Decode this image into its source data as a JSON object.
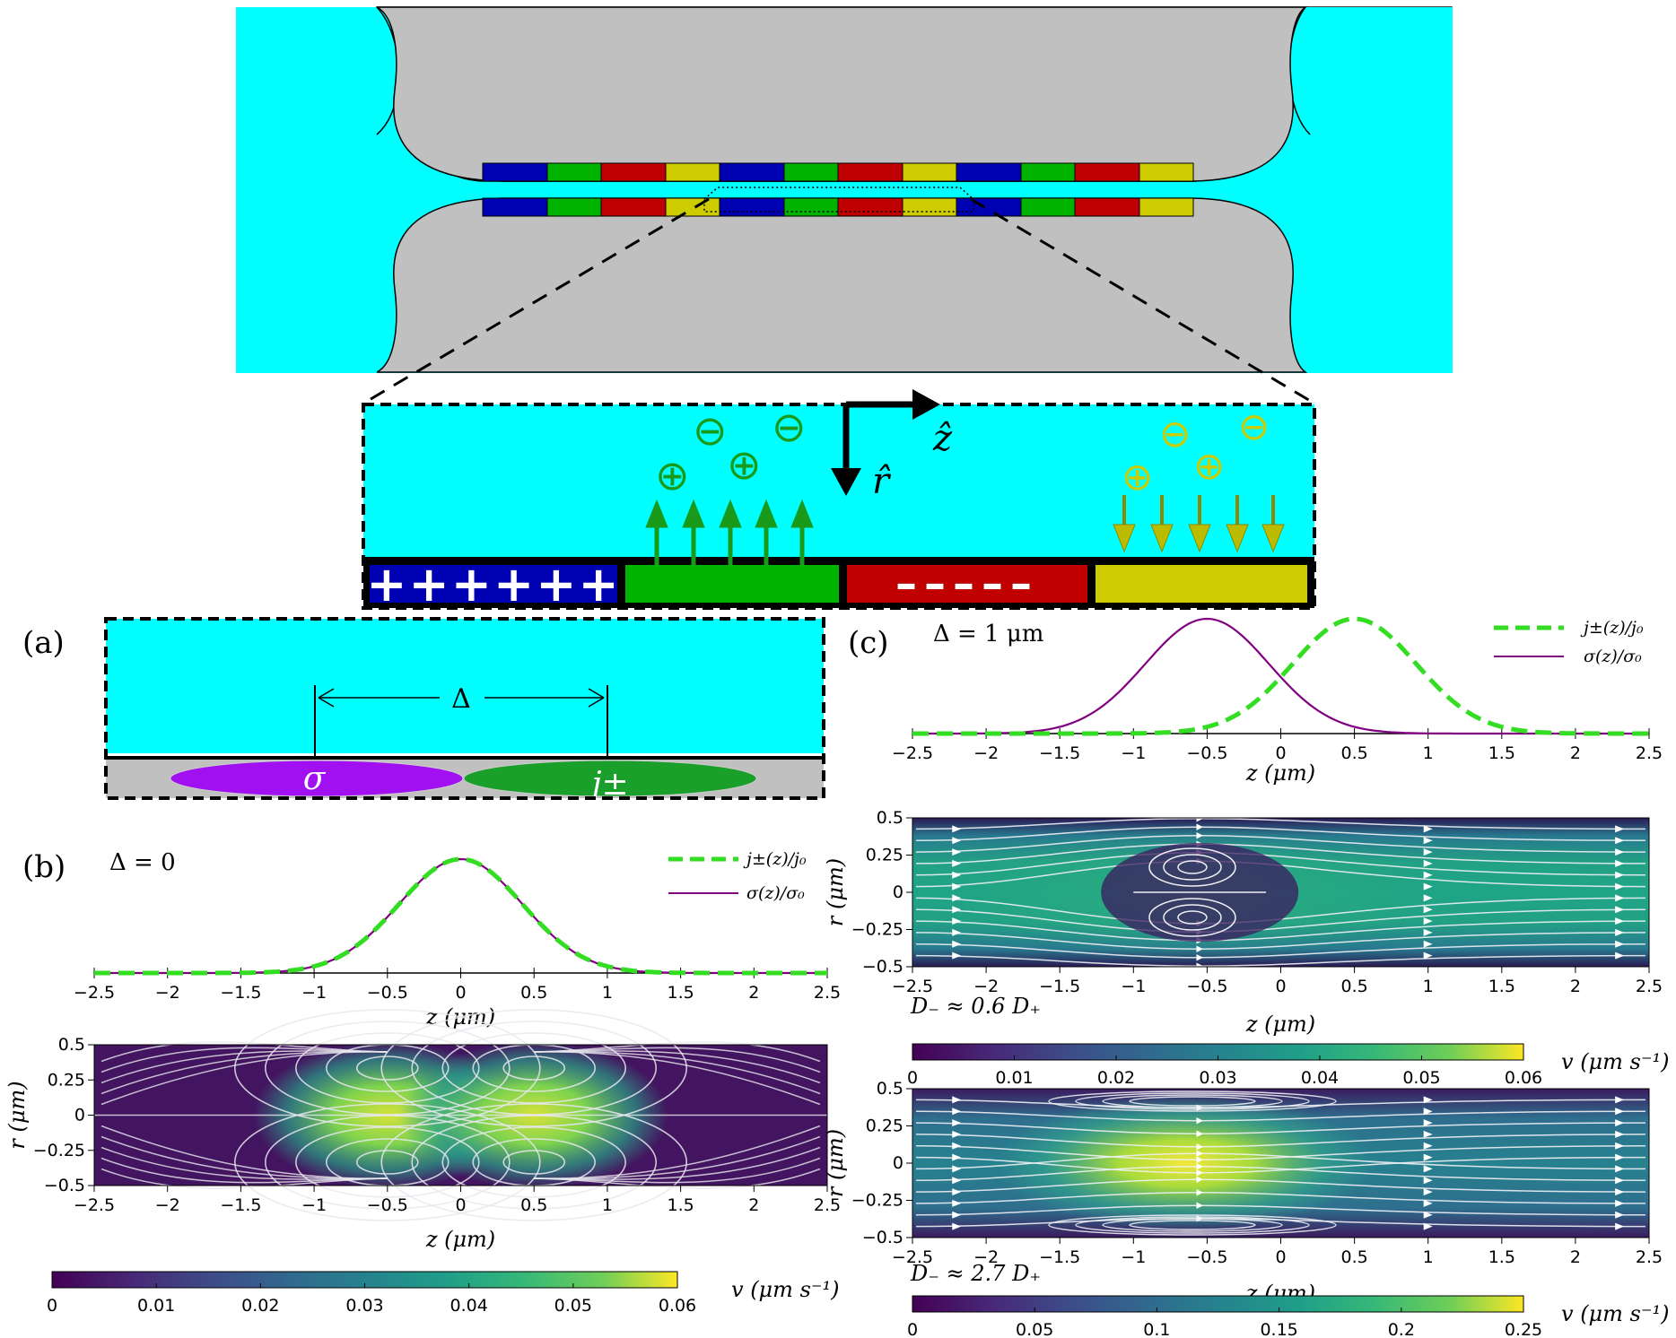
{
  "panel_labels": {
    "a": "(a)",
    "b": "(b)",
    "c": "(c)"
  },
  "axis_labels": {
    "z": "z (μm)",
    "r": "r (μm)",
    "v": "v (μm s⁻¹)"
  },
  "schematic": {
    "zhat": "ẑ",
    "rhat": "r̂",
    "plus_signs": "++++++",
    "minus_signs": "–––––",
    "ion_plus": "⊕",
    "ion_minus": "⊖"
  },
  "panel_a": {
    "delta_label": "Δ",
    "sigma_label": "σ",
    "j_label": "j±"
  },
  "legend": {
    "j_label": "j±(z)/j₀",
    "sigma_label": "σ(z)/σ₀"
  },
  "panel_b": {
    "annotation": "Δ = 0",
    "profile_ticks_x": [
      "−2.5",
      "−2",
      "−1.5",
      "−1",
      "−0.5",
      "0",
      "0.5",
      "1",
      "1.5",
      "2",
      "2.5"
    ],
    "flow_ticks_y": [
      "0.5",
      "0.25",
      "0",
      "−0.25",
      "−0.5"
    ],
    "colorbar_ticks": [
      "0",
      "0.01",
      "0.02",
      "0.03",
      "0.04",
      "0.05",
      "0.06"
    ]
  },
  "panel_c": {
    "annotation": "Δ = 1 μm",
    "ticks_x": [
      "−2.5",
      "−2",
      "−1.5",
      "−1",
      "−0.5",
      "0",
      "0.5",
      "1",
      "1.5",
      "2",
      "2.5"
    ],
    "flow_ticks_y": [
      "0.5",
      "0.25",
      "0",
      "−0.25",
      "−0.5"
    ],
    "case1_label": "D₋ ≈ 0.6 D₊",
    "case1_colorbar_ticks": [
      "0",
      "0.01",
      "0.02",
      "0.03",
      "0.04",
      "0.05",
      "0.06"
    ],
    "case2_label": "D₋ ≈ 2.7 D₊",
    "case2_colorbar_ticks": [
      "0",
      "0.05",
      "0.1",
      "0.15",
      "0.2",
      "0.25"
    ]
  },
  "colors": {
    "channel": "#00ffff",
    "wall": "#c0c0c0",
    "blue_electrode": "#0000b3",
    "green_electrode": "#00b300",
    "red_electrode": "#c00000",
    "yellow_electrode": "#cccc00",
    "j_curve": "#33dd22",
    "sigma_curve": "#800080",
    "sigma_patch": "#a010f0",
    "j_patch": "#1aa02a"
  },
  "chart_data": [
    {
      "type": "line",
      "title": "",
      "annotation": "Δ = 0",
      "xlabel": "z (μm)",
      "xlim": [
        -2.5,
        2.5
      ],
      "ylim": [
        0,
        1
      ],
      "series": [
        {
          "name": "j±(z)/j₀",
          "x": [
            -2.5,
            -2,
            -1.5,
            -1,
            -0.5,
            0,
            0.5,
            1,
            1.5,
            2,
            2.5
          ],
          "values": [
            0.0,
            0.0,
            0.01,
            0.09,
            0.49,
            1.0,
            0.49,
            0.09,
            0.01,
            0.0,
            0.0
          ]
        },
        {
          "name": "σ(z)/σ₀",
          "x": [
            -2.5,
            -2,
            -1.5,
            -1,
            -0.5,
            0,
            0.5,
            1,
            1.5,
            2,
            2.5
          ],
          "values": [
            0.0,
            0.0,
            0.01,
            0.09,
            0.49,
            1.0,
            0.49,
            0.09,
            0.01,
            0.0,
            0.0
          ]
        }
      ]
    },
    {
      "type": "heatmap",
      "xlabel": "z (μm)",
      "ylabel": "r (μm)",
      "xlim": [
        -2.5,
        2.5
      ],
      "ylim": [
        -0.5,
        0.5
      ],
      "colorbar": {
        "label": "v (μm s⁻¹)",
        "range": [
          0,
          0.06
        ]
      },
      "peak_locations_z": [
        -0.5,
        0.5
      ]
    },
    {
      "type": "line",
      "title": "",
      "annotation": "Δ = 1 μm",
      "xlabel": "z (μm)",
      "xlim": [
        -2.5,
        2.5
      ],
      "ylim": [
        0,
        1
      ],
      "series": [
        {
          "name": "j±(z)/j₀",
          "x": [
            -2.5,
            -2,
            -1.5,
            -1,
            -0.5,
            0,
            0.5,
            1,
            1.5,
            2,
            2.5
          ],
          "values": [
            0.0,
            0.0,
            0.0,
            0.01,
            0.09,
            0.49,
            1.0,
            0.49,
            0.09,
            0.01,
            0.0
          ]
        },
        {
          "name": "σ(z)/σ₀",
          "x": [
            -2.5,
            -2,
            -1.5,
            -1,
            -0.5,
            0,
            0.5,
            1,
            1.5,
            2,
            2.5
          ],
          "values": [
            0.0,
            0.01,
            0.09,
            0.49,
            1.0,
            0.49,
            0.09,
            0.01,
            0.0,
            0.0,
            0.0
          ]
        }
      ]
    },
    {
      "type": "heatmap",
      "annotation": "D₋ ≈ 0.6 D₊",
      "xlabel": "z (μm)",
      "ylabel": "r (μm)",
      "xlim": [
        -2.5,
        2.5
      ],
      "ylim": [
        -0.5,
        0.5
      ],
      "colorbar": {
        "label": "v (μm s⁻¹)",
        "range": [
          0,
          0.06
        ]
      }
    },
    {
      "type": "heatmap",
      "annotation": "D₋ ≈ 2.7 D₊",
      "xlabel": "z (μm)",
      "ylabel": "r (μm)",
      "xlim": [
        -2.5,
        2.5
      ],
      "ylim": [
        -0.5,
        0.5
      ],
      "colorbar": {
        "label": "v (μm s⁻¹)",
        "range": [
          0,
          0.25
        ]
      }
    }
  ]
}
